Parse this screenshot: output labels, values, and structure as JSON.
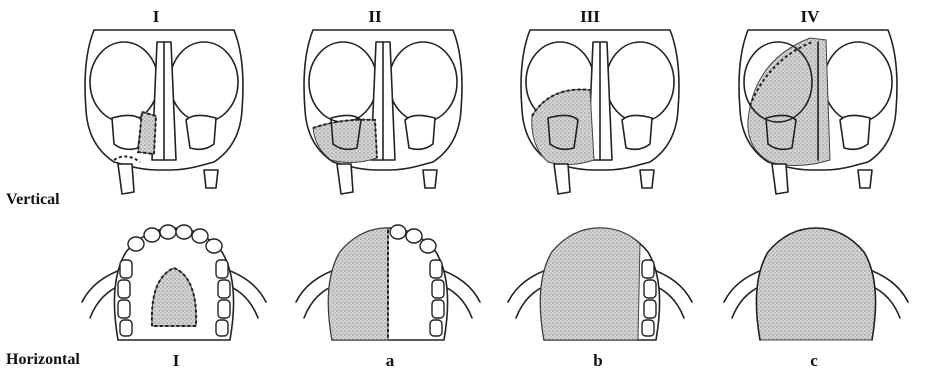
{
  "vertical_classes": [
    "I",
    "II",
    "III",
    "IV"
  ],
  "horizontal_classes": [
    "I",
    "a",
    "b",
    "c"
  ],
  "row_labels": {
    "vertical": "Vertical",
    "horizontal": "Horizontal"
  },
  "colors": {
    "line": "#222222",
    "shade": "#c8c8c8",
    "background": "#ffffff"
  }
}
